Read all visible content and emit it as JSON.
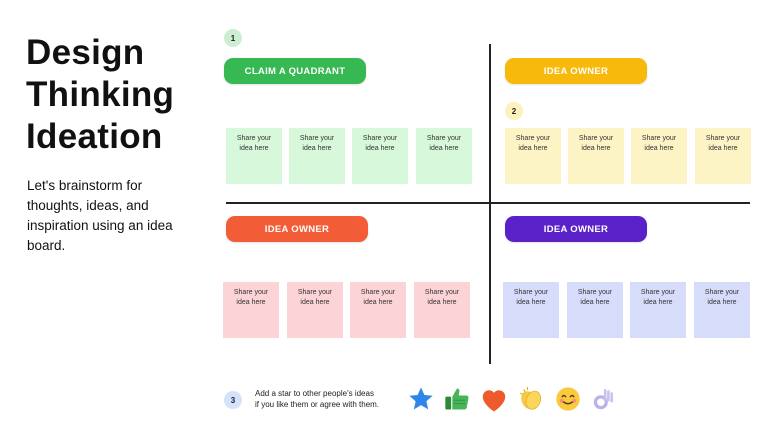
{
  "title_lines": [
    "Design",
    "Thinking",
    "Ideation"
  ],
  "subtitle": "Let's brainstorm for thoughts, ideas, and inspiration using an idea board.",
  "steps": [
    "1",
    "2",
    "3"
  ],
  "quadrants": {
    "top_left": {
      "label": "CLAIM A QUADRANT",
      "color": "#36b852",
      "note_color": "#d8f8db"
    },
    "top_right": {
      "label": "IDEA OWNER",
      "color": "#f7b90b",
      "note_color": "#fdf4c6"
    },
    "bottom_left": {
      "label": "IDEA OWNER",
      "color": "#f25c36",
      "note_color": "#fcd3d6"
    },
    "bottom_right": {
      "label": "IDEA OWNER",
      "color": "#5b21c9",
      "note_color": "#d8dcfb"
    }
  },
  "note_text_line1": "Share your",
  "note_text_line2": "idea here",
  "footer": {
    "line1": "Add a star to other people's ideas",
    "line2": "if you like them or agree with them."
  },
  "reactions": [
    "star-icon",
    "thumbs-up-icon",
    "heart-icon",
    "clapping-hands-icon",
    "smiling-face-icon",
    "ok-hand-icon"
  ]
}
